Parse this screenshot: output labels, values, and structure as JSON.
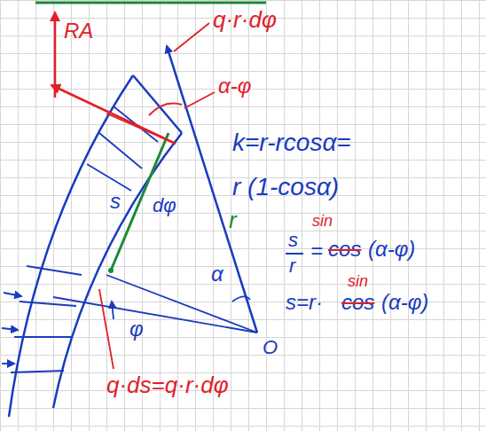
{
  "diagram": {
    "labels": [
      "RA",
      "q·r·dφ",
      "α-φ",
      "k=r-rcosα=",
      "r (1-cosα)",
      "s",
      "dφ",
      "r",
      "sin",
      "s",
      "r",
      "=",
      "cos",
      "(α-φ)",
      "sin",
      "s=r·",
      "cos",
      "(α-φ)",
      "φ",
      "α",
      "O",
      "q·ds=q·r·dφ"
    ]
  }
}
